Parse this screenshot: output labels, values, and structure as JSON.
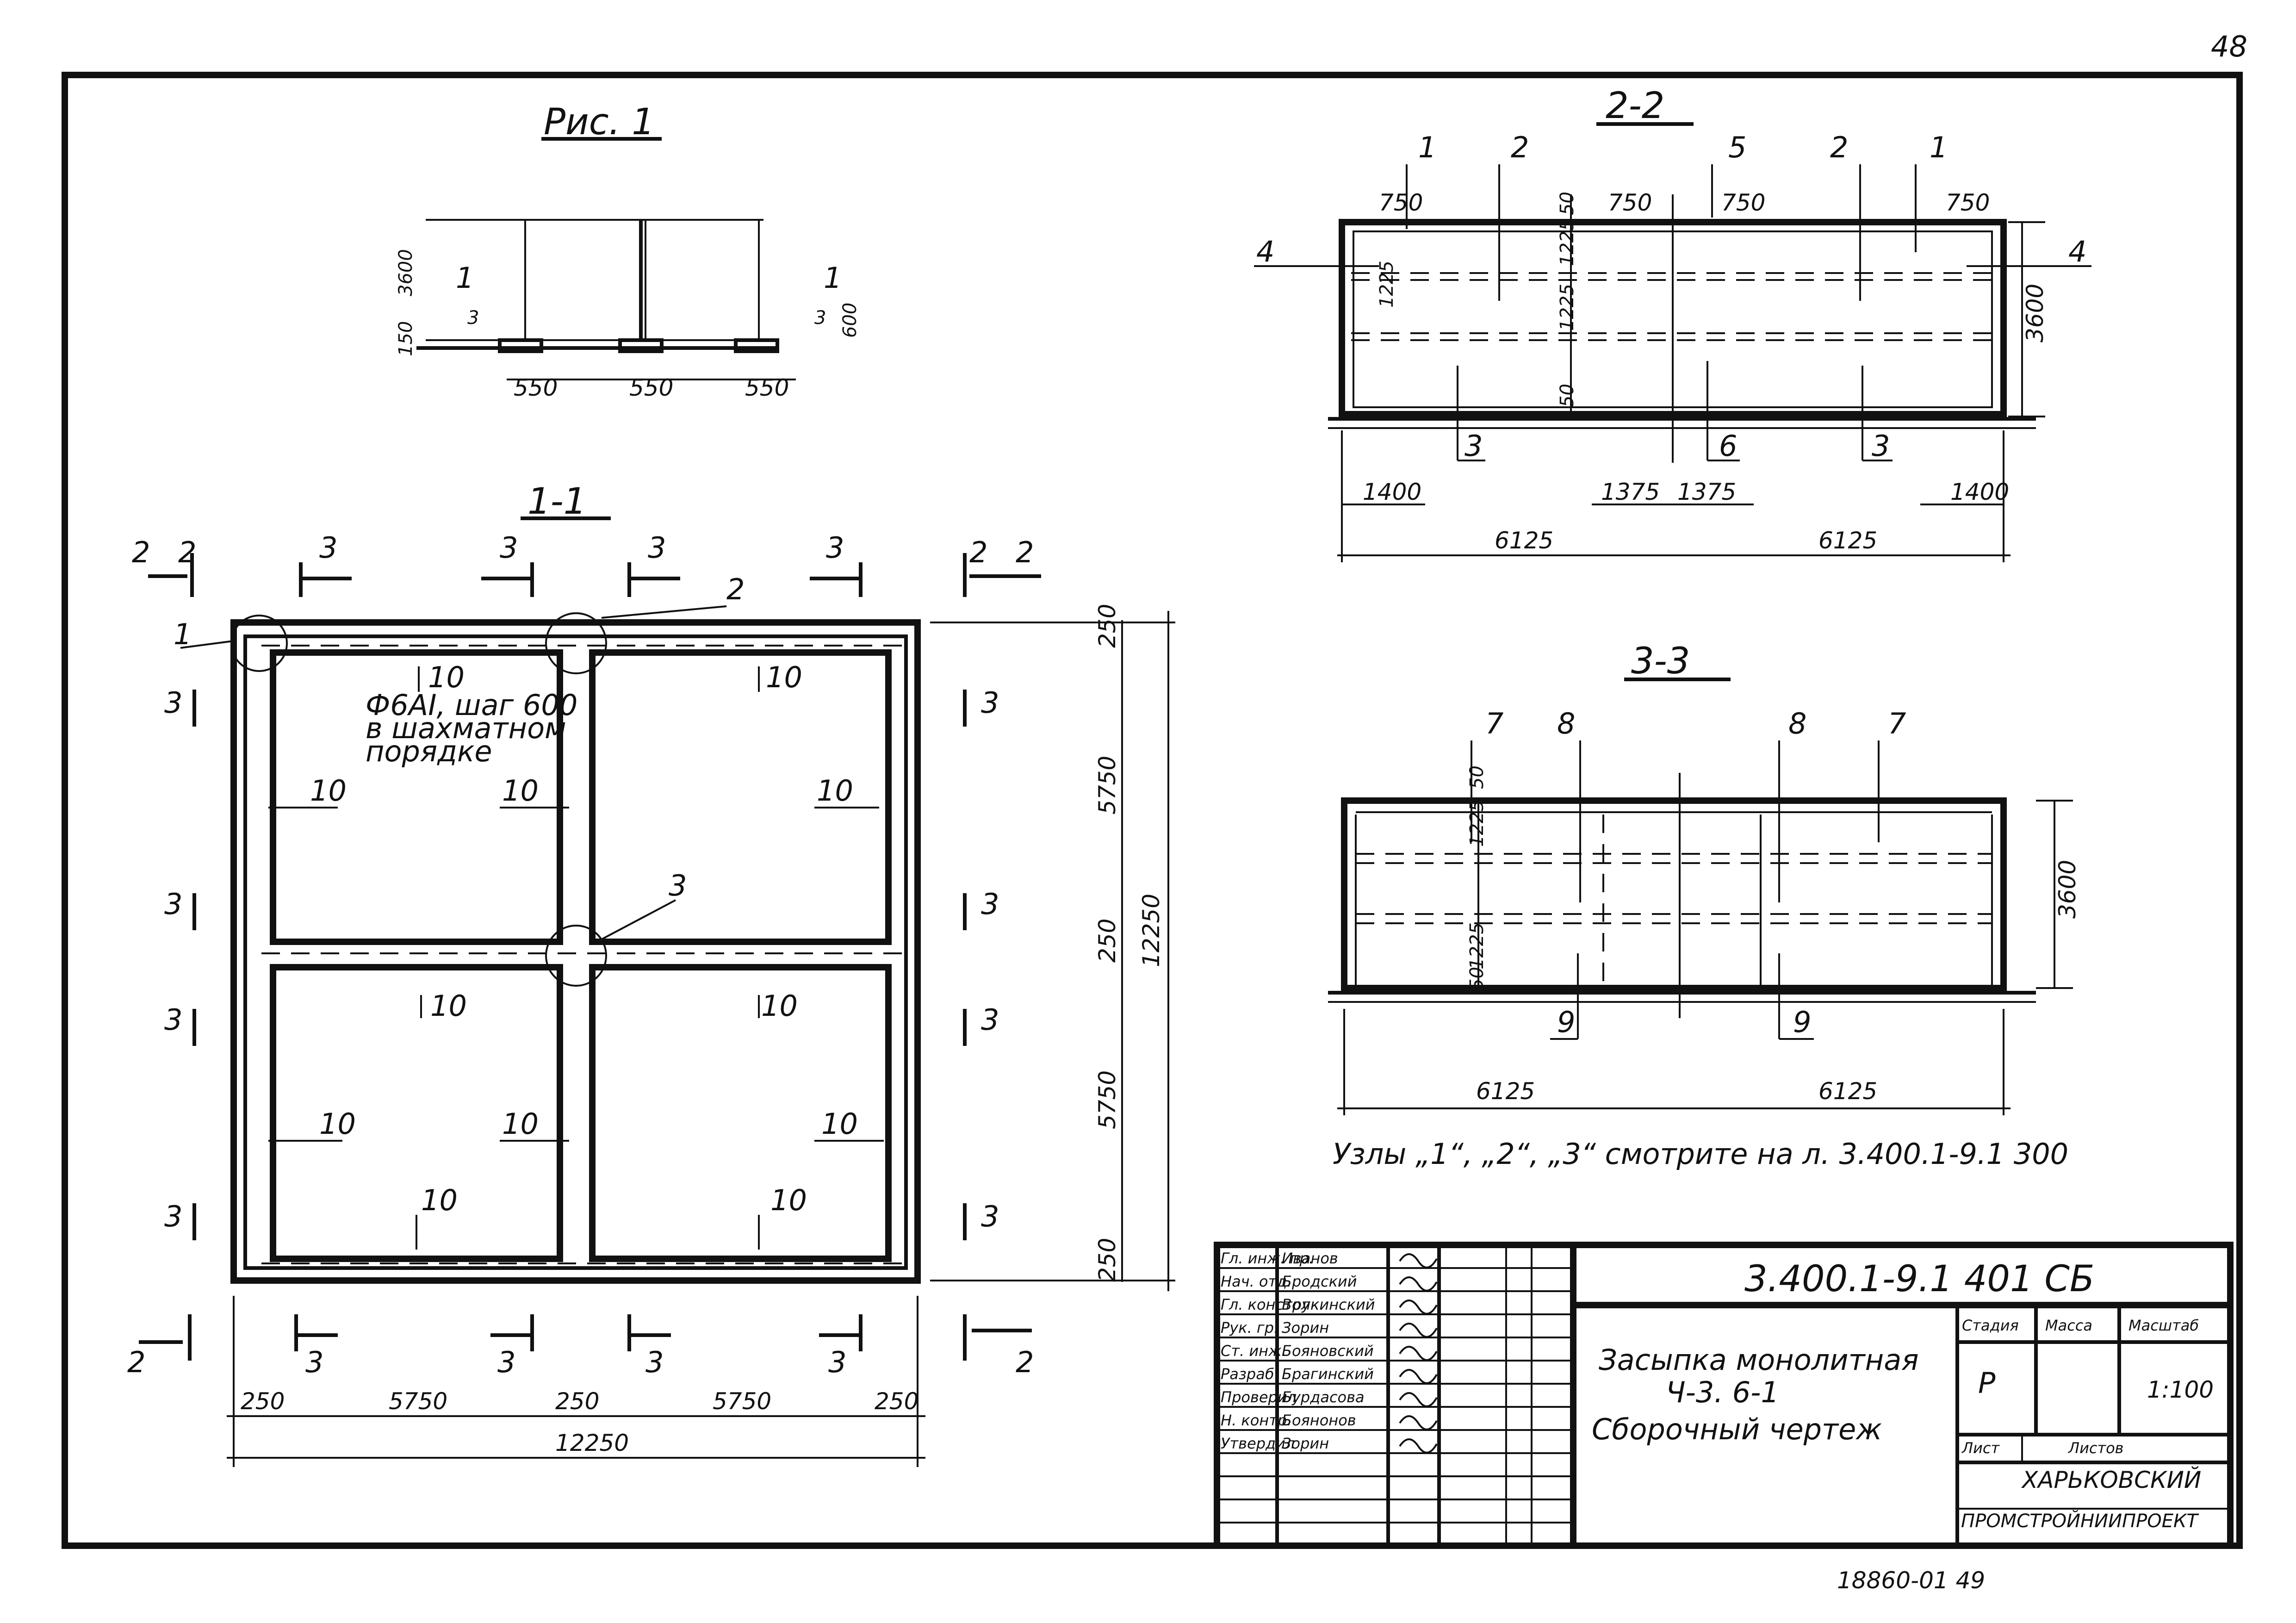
{
  "sheet_number": "48",
  "bottom_note": "18860-01   49",
  "fig1": {
    "title": "Рис. 1",
    "dims": [
      "550",
      "550",
      "550"
    ],
    "h1": "3600",
    "h2": "150",
    "h3": "600",
    "sec": "1",
    "sec_num": "3"
  },
  "sec11": {
    "title": "1-1",
    "note_lines": [
      "Ф6AI, шаг 600",
      "в шахматном",
      "порядке"
    ],
    "node_1": "1",
    "node_2": "2",
    "node_3": "3",
    "mark": "10",
    "cut2": "2",
    "cut3": "3",
    "right_dims": [
      "250",
      "5750",
      "250",
      "5750",
      "250"
    ],
    "right_total": "12250",
    "bottom_dims": [
      "250",
      "5750",
      "250",
      "5750",
      "250"
    ],
    "bottom_total": "12250"
  },
  "sec22": {
    "title": "2-2",
    "top_marks": [
      "1",
      "2",
      "5",
      "2",
      "1"
    ],
    "top_dims": [
      "750",
      "750",
      "750",
      "750"
    ],
    "side": "4",
    "inner_dims": [
      "50",
      "1225",
      "1225",
      "50"
    ],
    "height": "3600",
    "lower_marks": [
      "3",
      "6",
      "3"
    ],
    "lower_dims": [
      "1400",
      "1375",
      "1375",
      "1400"
    ],
    "total_dims": [
      "6125",
      "6125"
    ]
  },
  "sec33": {
    "title": "3-3",
    "top_marks": [
      "7",
      "8",
      "8",
      "7"
    ],
    "left_dims": [
      "50",
      "1225",
      "1225",
      "50"
    ],
    "height": "3600",
    "bottom_marks": [
      "9",
      "9"
    ],
    "total_dims": [
      "6125",
      "6125"
    ]
  },
  "note": "Узлы „1“, „2“, „3“ смотрите на л. 3.400.1-9.1 300",
  "title_block": {
    "roles": [
      "Гл. инж. пр.",
      "Нач. отд.",
      "Гл. конструк.",
      "Рук. гр.",
      "Ст. инж.",
      "Разраб.",
      "Проверил",
      "Н. контр.",
      "Утвердил"
    ],
    "names": [
      "Иванов",
      "Бродский",
      "Волкинский",
      "Зорин",
      "Бояновский",
      "Брагинский",
      "Бурдасова",
      "Боянонов",
      "Зорин"
    ],
    "code": "3.400.1-9.1  401 СБ",
    "name_lines": [
      "Засыпка монолитная",
      "Ч-3. 6-1",
      "Сборочный чертеж"
    ],
    "h_stage": "Стадия",
    "h_mass": "Масса",
    "h_scale": "Масштаб",
    "stage": "Р",
    "scale": "1:100",
    "sheet_label": "Лист",
    "sheets_label": "Листов",
    "org_lines": [
      "ХАРЬКОВСКИЙ",
      "ПРОМСТРОЙНИИПРОЕКТ"
    ]
  }
}
